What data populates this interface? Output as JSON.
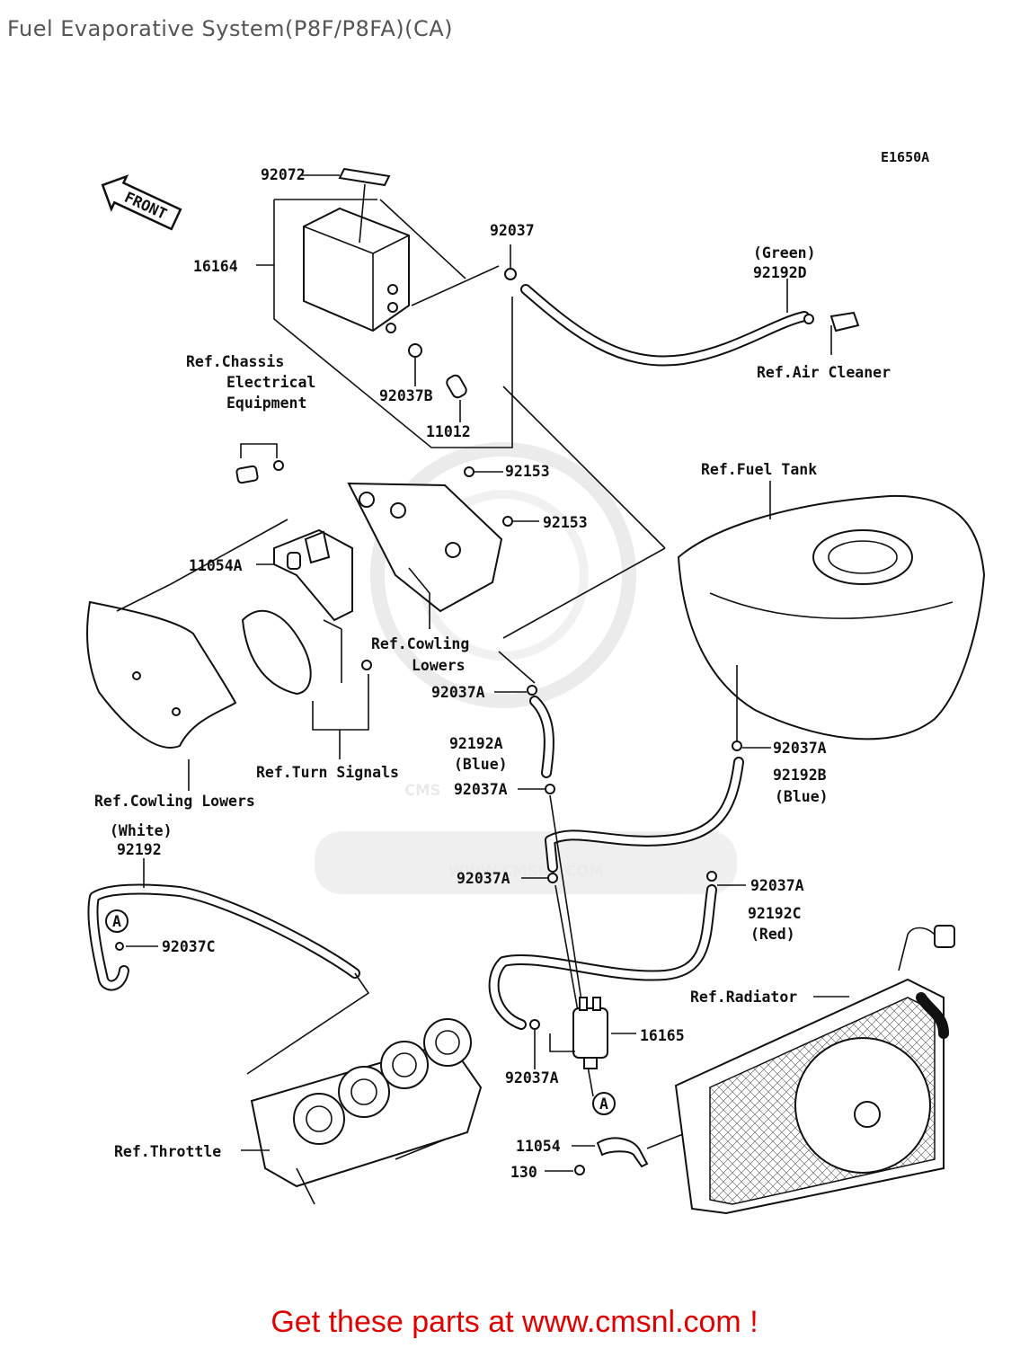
{
  "page": {
    "title": "Fuel Evaporative System(P8F/P8FA)(CA)",
    "diagram_code": "E1650A",
    "front_arrow": "FRONT",
    "watermark": "WWW.CMSNL.COM",
    "watermark_logo": "CMS",
    "footer_link": "Get these parts at www.cmsnl.com !",
    "footer_color": "#e00000"
  },
  "labels": {
    "p92072": "92072",
    "p16164": "16164",
    "p92037": "92037",
    "green": "(Green)",
    "p92192D": "92192D",
    "ref_air_cleaner": "Ref.Air Cleaner",
    "ref_chassis_1": "Ref.Chassis",
    "ref_chassis_2": "Electrical",
    "ref_chassis_3": "Equipment",
    "p92037B": "92037B",
    "p11012": "11012",
    "p92153_a": "92153",
    "p92153_b": "92153",
    "ref_fuel_tank": "Ref.Fuel Tank",
    "p11054A": "11054A",
    "ref_cowling_1": "Ref.Cowling",
    "ref_cowling_2": "Lowers",
    "p92037A_1": "92037A",
    "p92192A": "92192A",
    "blue_a": "(Blue)",
    "p92037A_2": "92037A",
    "p92037A_3": "92037A",
    "p92037A_r1": "92037A",
    "p92192B": "92192B",
    "blue_b": "(Blue)",
    "p92037A_r2": "92037A",
    "p92192C": "92192C",
    "red": "(Red)",
    "ref_turn_signals": "Ref.Turn Signals",
    "ref_cowling_lowers": "Ref.Cowling Lowers",
    "white": "(White)",
    "p92192": "92192",
    "circle_a_1": "A",
    "p92037C": "92037C",
    "ref_radiator": "Ref.Radiator",
    "p16165": "16165",
    "p92037A_4": "92037A",
    "circle_a_2": "A",
    "p11054": "11054",
    "p130": "130",
    "ref_throttle": "Ref.Throttle"
  }
}
